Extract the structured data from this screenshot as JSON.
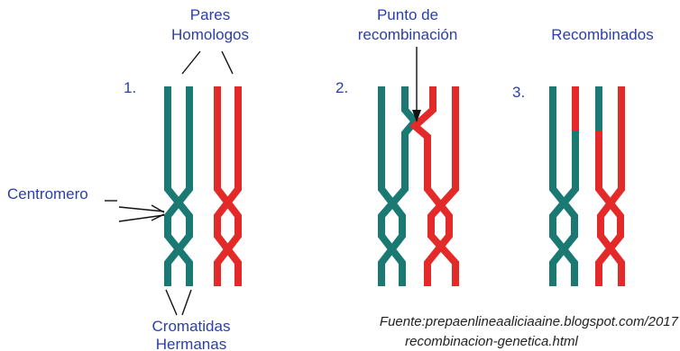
{
  "labels": {
    "pares_line1": "Pares",
    "pares_line2": "Homologos",
    "punto_line1": "Punto de",
    "punto_line2": "recombinación",
    "recombinados": "Recombinados",
    "centromero": "Centromero",
    "cromatidas_line1": "Cromatidas",
    "cromatidas_line2": "Hermanas"
  },
  "steps": [
    "1.",
    "2.",
    "3."
  ],
  "source": {
    "line1": "Fuente:prepaenlineaaliciaaine.blogspot.com/2017",
    "line2": "recombinacion-genetica.html"
  },
  "colors": {
    "teal": "#1a7a73",
    "red": "#e42a29",
    "label_text": "#2b3fa8"
  }
}
